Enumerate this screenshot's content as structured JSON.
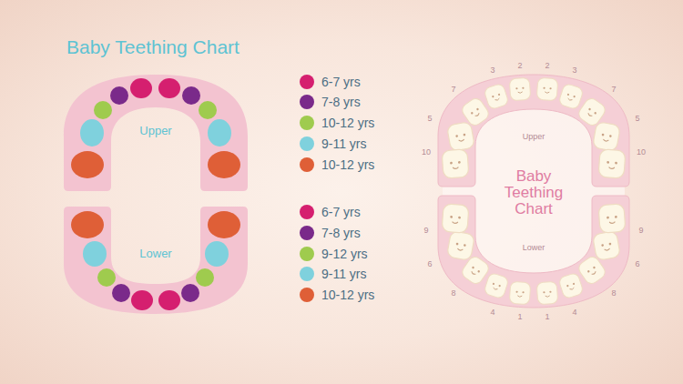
{
  "diagram": {
    "title": "Baby Teething Chart",
    "nodes": [
      {
        "text": [
          "Upper"
        ]
      },
      {
        "text": [
          "Lower"
        ]
      }
    ],
    "labels": [
      "3",
      "2",
      "2",
      "3",
      "7",
      "7",
      "5",
      "5",
      "10",
      "10",
      "Upper",
      "Baby Teething Chart",
      "Lower",
      "9",
      "9",
      "6",
      "6",
      "8",
      "8",
      "4",
      "1",
      "1",
      "4"
    ],
    "legend": [
      {
        "text": "6-7 yrs",
        "color": "#d51f6f"
      },
      {
        "text": "7-8 yrs",
        "color": "#7a2a8a"
      },
      {
        "text": "10-12 yrs",
        "color": "#9fcb4e"
      },
      {
        "text": "9-11 yrs",
        "color": "#7fd1dd"
      },
      {
        "text": "10-12 yrs",
        "color": "#df5f37"
      },
      {
        "text": "6-7 yrs",
        "color": "#d51f6f"
      },
      {
        "text": "7-8 yrs",
        "color": "#7a2a8a"
      },
      {
        "text": "9-12 yrs",
        "color": "#9fcb4e"
      },
      {
        "text": "9-11 yrs",
        "color": "#7fd1dd"
      },
      {
        "text": "10-12 yrs",
        "color": "#df5f37"
      }
    ]
  }
}
